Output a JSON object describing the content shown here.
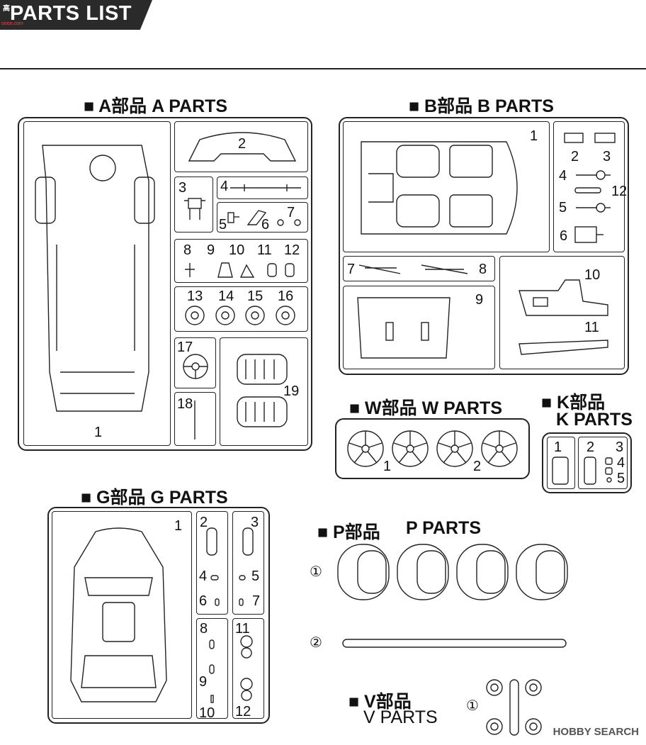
{
  "header": {
    "title": "PARTS LIST",
    "watermark_top": "高",
    "watermark_sub": "oooo.com"
  },
  "sections": {
    "a": {
      "title": "■ A部品 A PARTS",
      "numbers": [
        "1",
        "2",
        "3",
        "4",
        "5",
        "6",
        "7",
        "8",
        "9",
        "10",
        "11",
        "12",
        "13",
        "14",
        "15",
        "16",
        "17",
        "18",
        "19"
      ]
    },
    "b": {
      "title": "■ B部品 B PARTS",
      "numbers": [
        "1",
        "2",
        "3",
        "4",
        "5",
        "6",
        "7",
        "8",
        "9",
        "10",
        "11",
        "12"
      ]
    },
    "w": {
      "title": "■ W部品 W PARTS",
      "numbers": [
        "1",
        "2"
      ]
    },
    "k": {
      "title1": "■ K部品",
      "title2": "K PARTS",
      "numbers": [
        "1",
        "2",
        "3",
        "4",
        "5"
      ]
    },
    "g": {
      "title": "■ G部品 G PARTS",
      "numbers": [
        "1",
        "2",
        "3",
        "4",
        "5",
        "6",
        "7",
        "8",
        "9",
        "10",
        "11",
        "12"
      ]
    },
    "p": {
      "title1": "■ P部品",
      "title2": "P PARTS",
      "numbers": [
        "①",
        "②"
      ]
    },
    "v": {
      "title1": "■ V部品",
      "title2": "V PARTS",
      "numbers": [
        "①"
      ]
    }
  },
  "watermark_bottom": "HOBBY SEARCH"
}
